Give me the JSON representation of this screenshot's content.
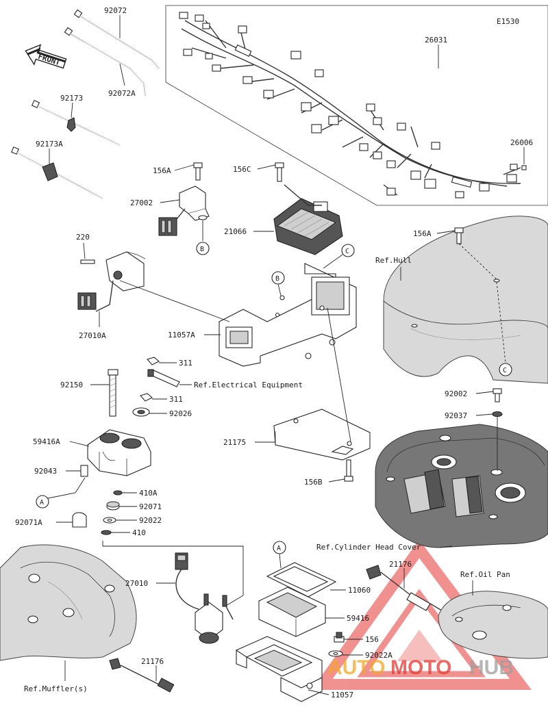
{
  "diagram_code": "E1530",
  "front_label": "FRONT",
  "parts": {
    "p92072": "92072",
    "p92072A": "92072A",
    "p92173": "92173",
    "p92173A": "92173A",
    "p26031": "26031",
    "p26006": "26006",
    "p156A_top": "156A",
    "p27002": "27002",
    "p156C": "156C",
    "p21066": "21066",
    "p156A_hull": "156A",
    "p220": "220",
    "p27010A": "27010A",
    "p11057A": "11057A",
    "p311_top": "311",
    "p311_bottom": "311",
    "p92150": "92150",
    "p92026": "92026",
    "p59416A": "59416A",
    "p92043": "92043",
    "p410A": "410A",
    "p92071": "92071",
    "p92071A": "92071A",
    "p92022": "92022",
    "p410": "410",
    "p21175": "21175",
    "p156B": "156B",
    "p92002": "92002",
    "p92037": "92037",
    "p27010": "27010",
    "p21176_top": "21176",
    "p11060": "11060",
    "p59416": "59416",
    "p156": "156",
    "p92022A": "92022A",
    "p21176_bottom": "21176",
    "p11057": "11057"
  },
  "refs": {
    "hull": "Ref.Hull",
    "electrical": "Ref.Electrical Equipment",
    "cylinder_head": "Ref.Cylinder Head Cover",
    "oil_pan": "Ref.Oil Pan",
    "muffler": "Ref.Muffler(s)"
  },
  "callouts": {
    "A_left": "A",
    "A_lower": "A",
    "B_upper": "B",
    "B_bracket": "B",
    "C_bracket": "C",
    "C_hull": "C"
  },
  "watermark": {
    "part1": "AUTO",
    "part2": "MOTO",
    "part3": "HUB",
    "color_red": "#e53935",
    "color_orange": "#f5a623",
    "color_gray": "#9e9e9e"
  }
}
